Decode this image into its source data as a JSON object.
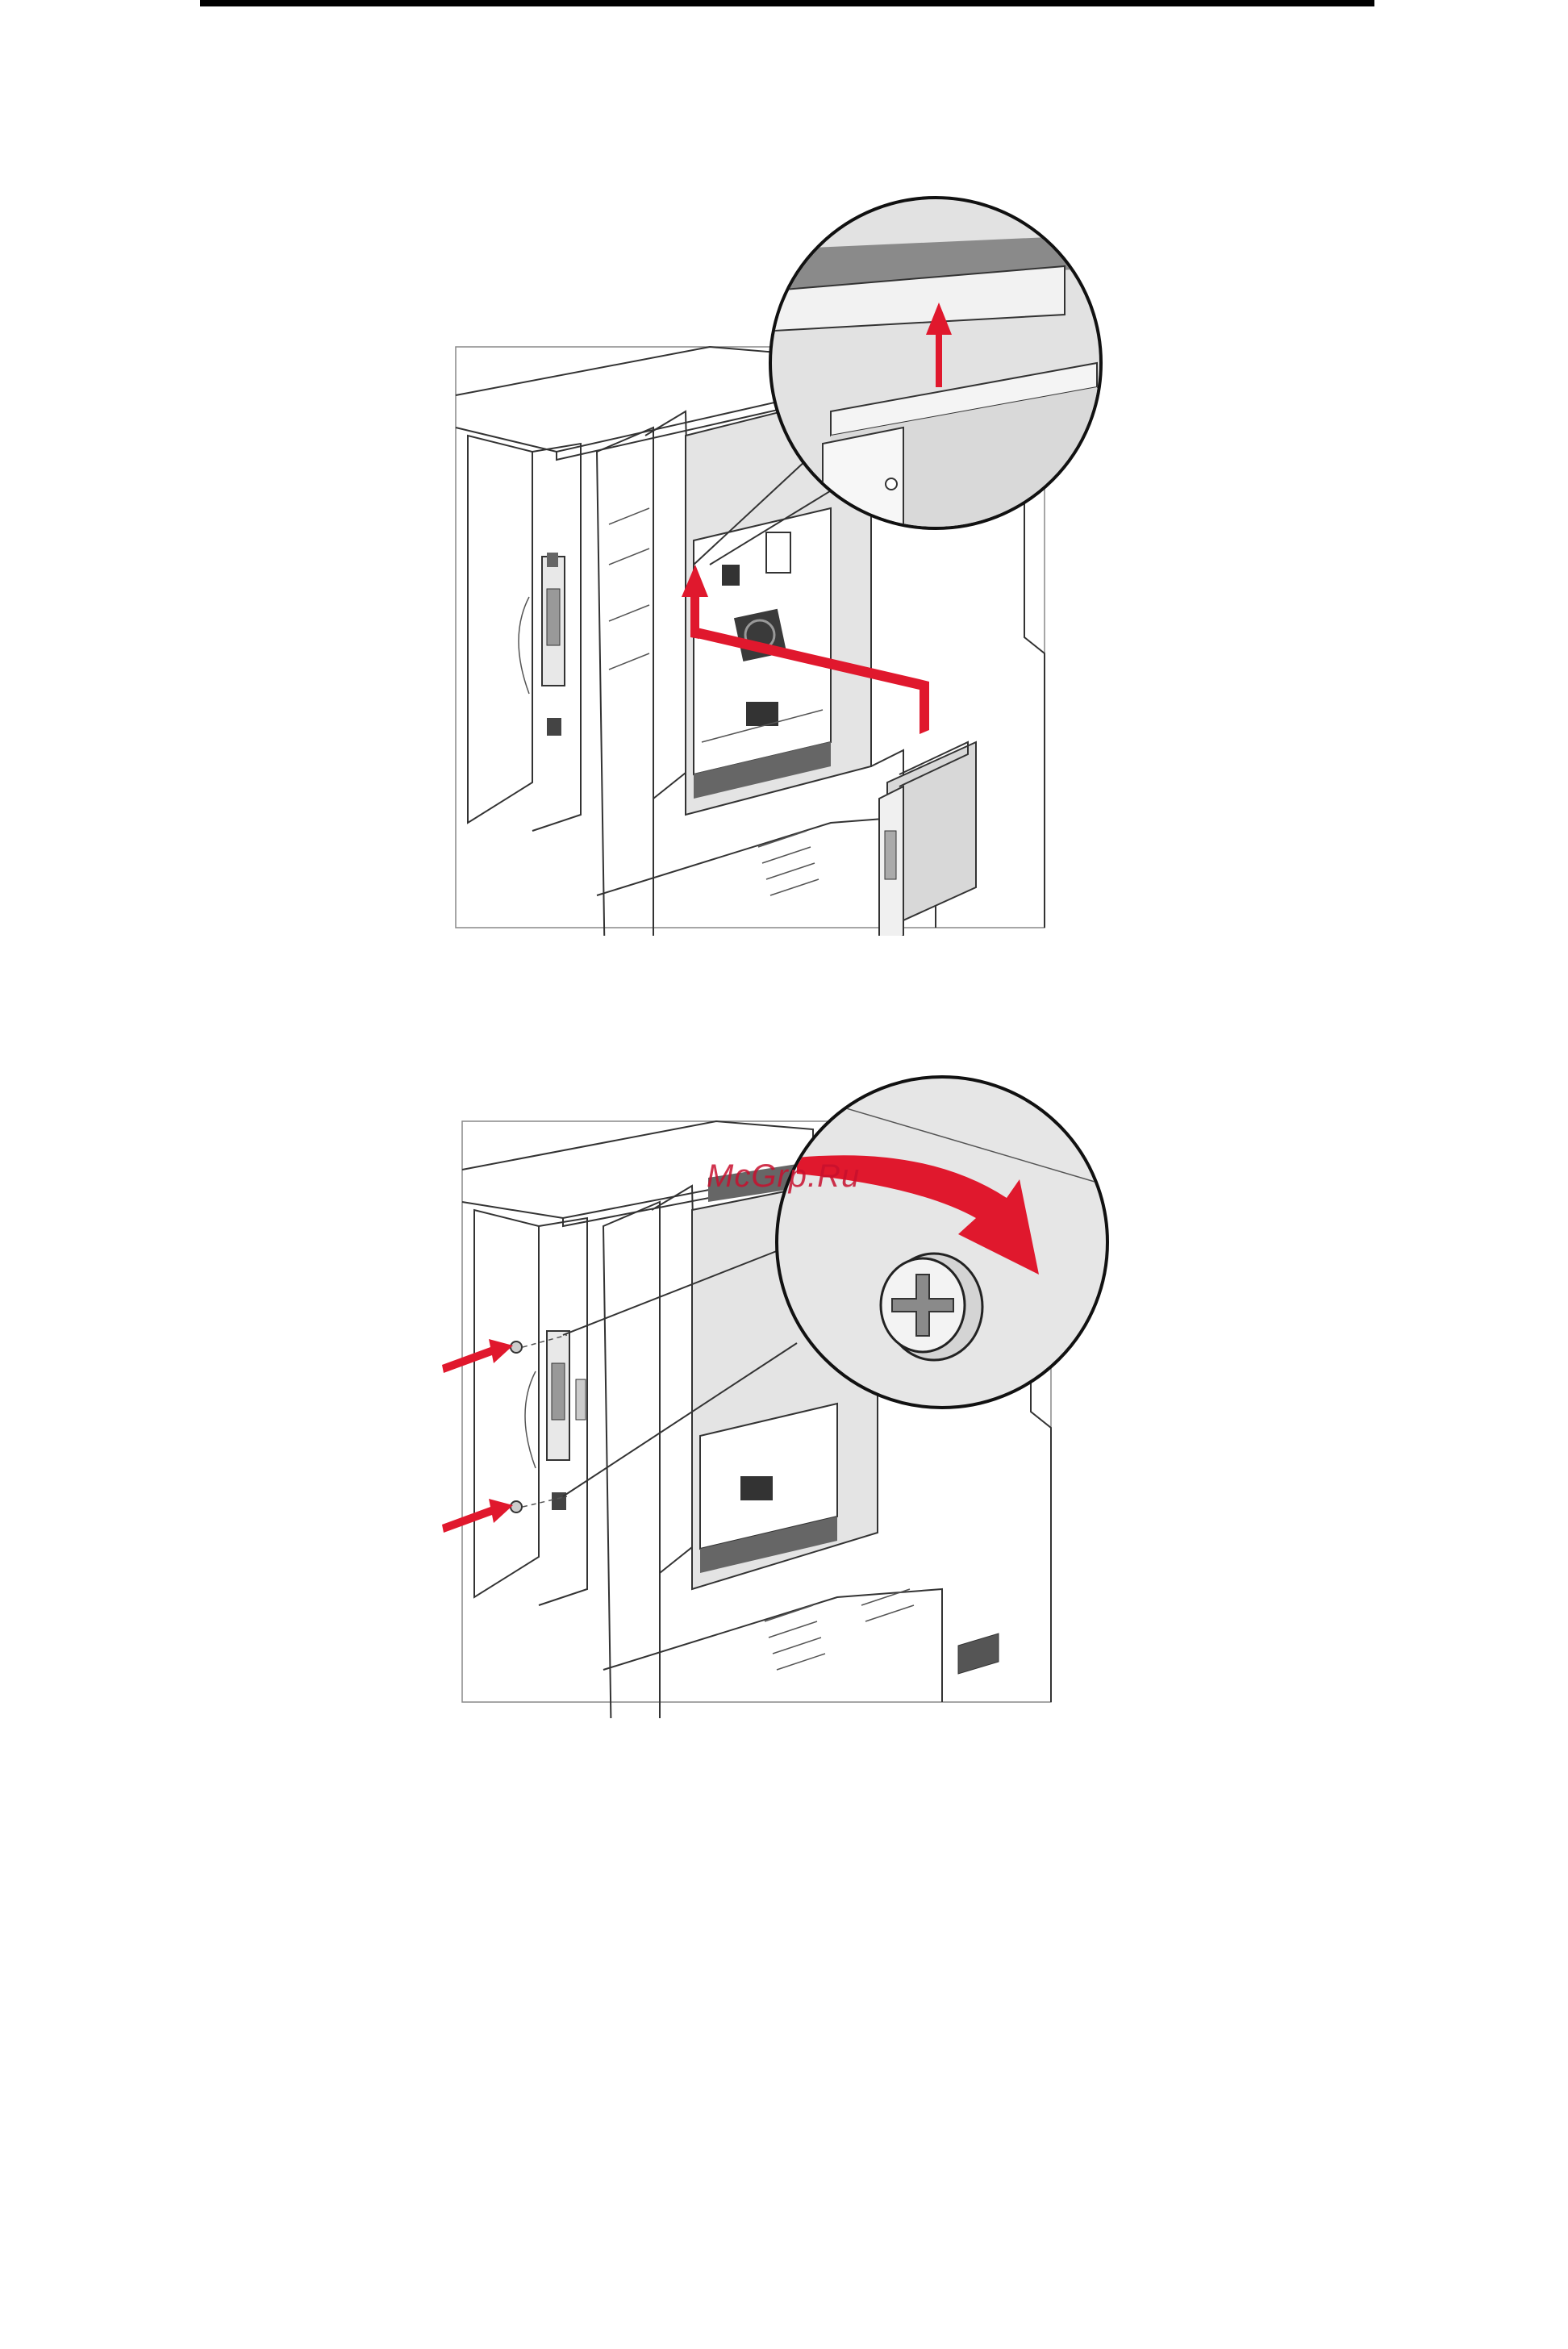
{
  "watermark": {
    "text": "McGrp.Ru"
  },
  "colors": {
    "arrow_red": "#e0182d",
    "line_gray": "#333333",
    "panel_gray": "#d6d6d6",
    "dark_gray": "#555555"
  },
  "figures": [
    {
      "id": "fig1",
      "depicts": "install-card-into-system-board-connector"
    },
    {
      "id": "fig2",
      "depicts": "tighten-card-mounting-screws"
    }
  ]
}
